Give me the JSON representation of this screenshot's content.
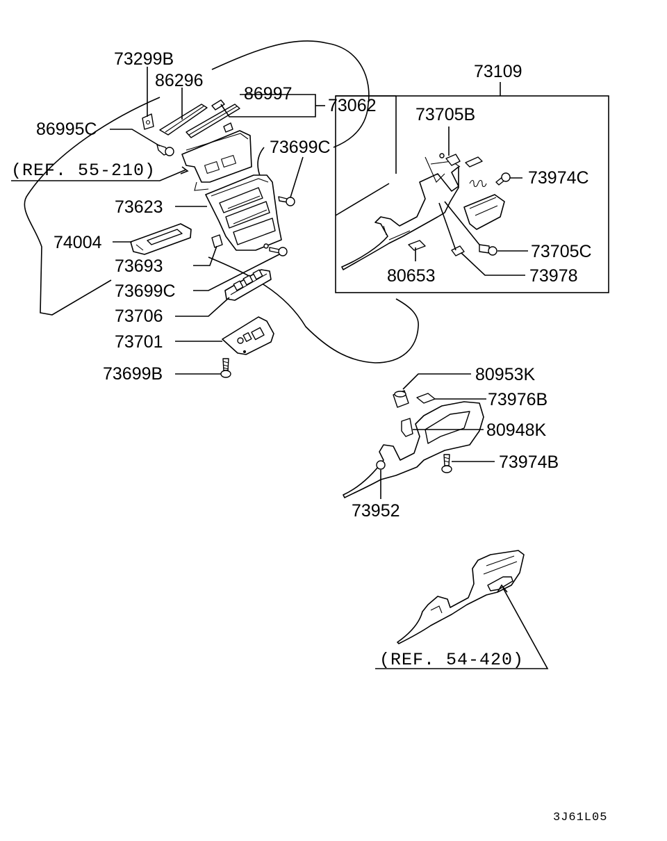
{
  "diagram": {
    "labels": {
      "l73299B": "73299B",
      "l86296": "86296",
      "l86997": "86997",
      "l73062": "73062",
      "l86995C": "86995C",
      "l73109": "73109",
      "l73705B": "73705B",
      "l73699C_top": "73699C",
      "ref55": "(REF. 55-210)",
      "l73974C": "73974C",
      "l73623": "73623",
      "l74004": "74004",
      "l73705C": "73705C",
      "l73693": "73693",
      "l80653": "80653",
      "l73978": "73978",
      "l73699C_mid": "73699C",
      "l73706": "73706",
      "l73701": "73701",
      "l73699B": "73699B",
      "l80953K": "80953K",
      "l73976B": "73976B",
      "l80948K": "80948K",
      "l73974B": "73974B",
      "l73952": "73952",
      "ref54": "(REF. 54-420)",
      "code": "3J61L05"
    }
  }
}
